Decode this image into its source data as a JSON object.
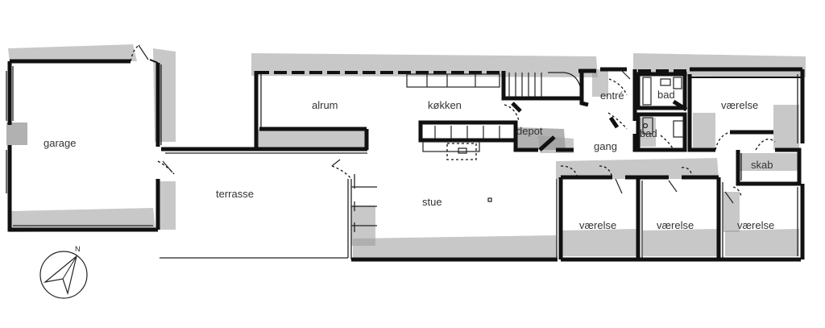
{
  "rooms": {
    "garage": "garage",
    "terrasse": "terrasse",
    "alrum": "alrum",
    "kokken": "køkken",
    "stue": "stue",
    "depot": "depot",
    "gang": "gang",
    "entre": "entré",
    "bad1": "bad",
    "bad2": "bad",
    "vaerelse_top": "værelse",
    "skab": "skab",
    "vaerelse_1": "værelse",
    "vaerelse_2": "værelse",
    "vaerelse_3": "værelse"
  },
  "compass": {
    "north_label": "N"
  }
}
